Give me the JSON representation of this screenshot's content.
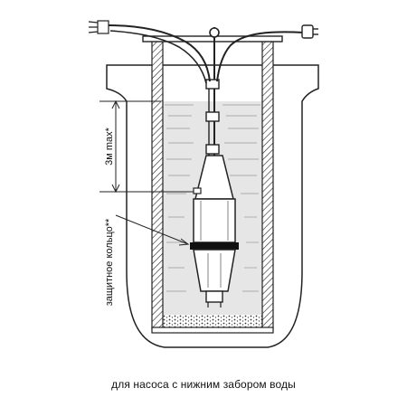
{
  "diagram": {
    "caption": "для насоса с нижним забором воды",
    "depth_label": "3м max*",
    "ring_label": "защитное кольцо**",
    "colors": {
      "ink": "#222222",
      "water": "#e6e6e6",
      "wall": "#ffffff",
      "pump_fill": "#ffffff",
      "ring": "#111111"
    }
  }
}
